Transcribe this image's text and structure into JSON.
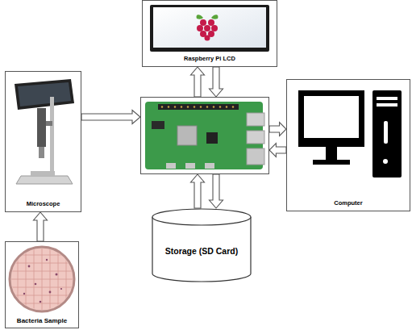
{
  "diagram": {
    "nodes": [
      {
        "text": [
          "Raspberry Pi LCD"
        ]
      },
      {
        "text": [
          "Microscope"
        ]
      },
      {
        "text": []
      },
      {
        "text": [
          "Computer"
        ]
      },
      {
        "text": [
          "Storage (SD Card)"
        ]
      },
      {
        "text": [
          "Bacteria Sample"
        ]
      }
    ],
    "edges": [
      {
        "from": 5,
        "to": 1,
        "arrow": "to"
      },
      {
        "from": 1,
        "to": 2,
        "arrow": "to"
      },
      {
        "from": 2,
        "to": 0,
        "arrow": "to"
      },
      {
        "from": 0,
        "to": 2,
        "arrow": "to"
      },
      {
        "from": 2,
        "to": 3,
        "arrow": "to"
      },
      {
        "from": 3,
        "to": 2,
        "arrow": "to"
      },
      {
        "from": 4,
        "to": 2,
        "arrow": "to"
      },
      {
        "from": 2,
        "to": 4,
        "arrow": "to"
      }
    ]
  }
}
